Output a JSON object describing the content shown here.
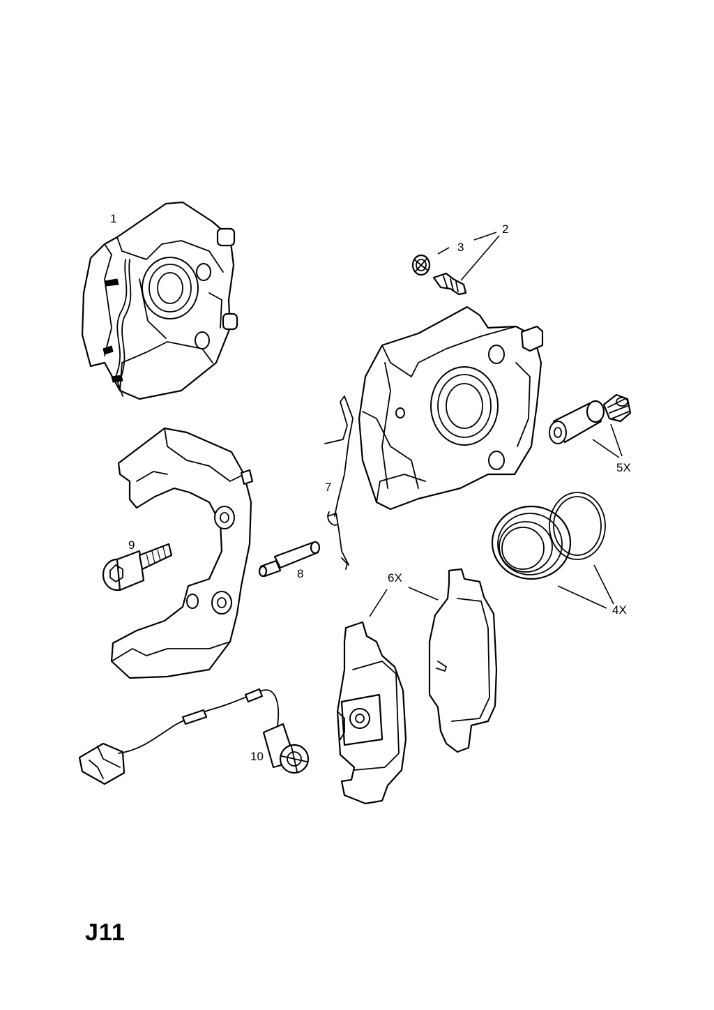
{
  "diagram": {
    "sheet_id": "J11",
    "callouts": [
      "1",
      "2",
      "3",
      "4X",
      "5X",
      "6X",
      "7",
      "8",
      "9",
      "10"
    ]
  }
}
